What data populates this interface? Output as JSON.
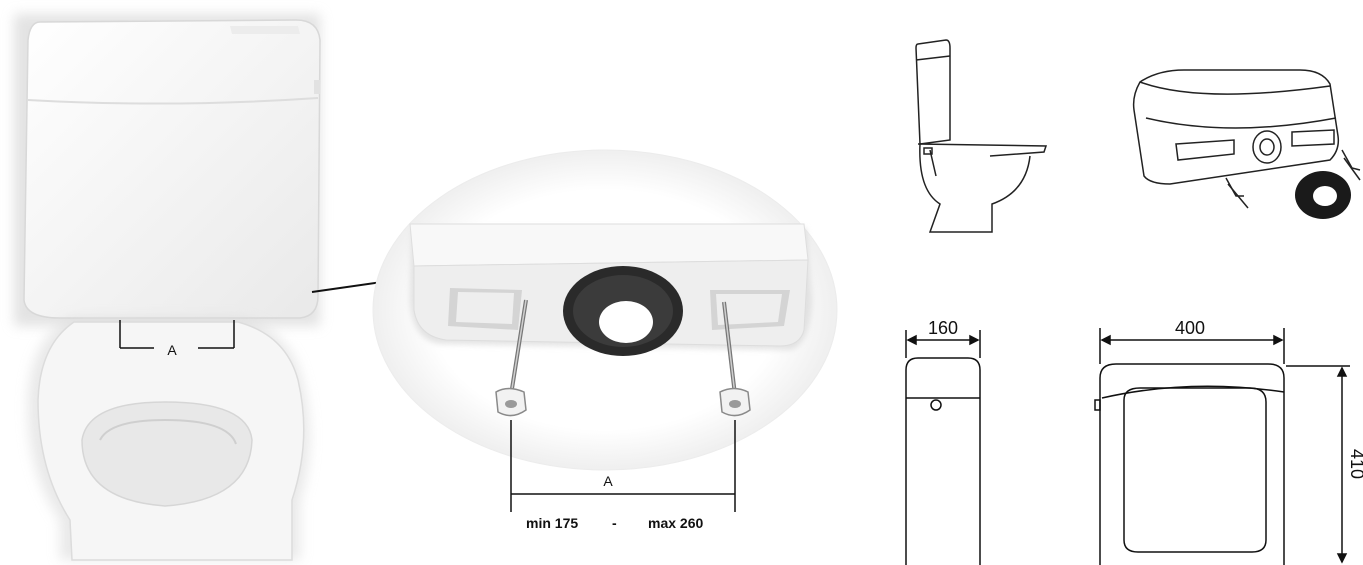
{
  "labels": {
    "a_small": "A",
    "a_large": "A",
    "range_min": "min 175",
    "range_dash": "-",
    "range_max": "max 260",
    "side_width": "160",
    "front_width": "400",
    "front_height": "410"
  },
  "icons": {
    "photo_cistern": "cistern-photo",
    "photo_bowl": "toilet-bowl-photo",
    "detail_zoom": "cistern-underside-zoom",
    "sketch_toilet": "toilet-side-sketch",
    "sketch_cistern": "cistern-perspective-sketch",
    "drawing_side": "cistern-side-view",
    "drawing_front": "cistern-front-view"
  },
  "colors": {
    "line": "#111111",
    "gasket": "#2a2a2a",
    "ceramic": "#f6f6f6"
  }
}
